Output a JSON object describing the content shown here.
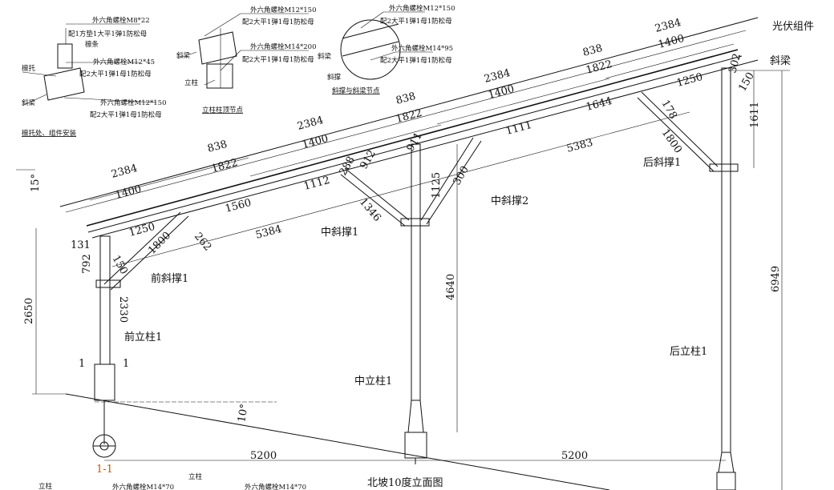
{
  "drawing_title": "北坡10度立面图",
  "section_mark": "1-1",
  "section_arrow_label": "1",
  "detail_1": {
    "title": "檩托处、组件安装",
    "bolt_a": "外六角螺栓M8*22",
    "bolt_a_note": "配1方垫1大平1弹1防松母",
    "purlin": "檩条",
    "bolt_b": "外六角螺栓M12*45",
    "bolt_b_note": "配2大平1弹1母1防松母",
    "purlin_bracket": "檩托",
    "beam": "斜梁",
    "bolt_c": "外六角螺栓M12*150",
    "bolt_c_note": "配2大平1弹1母1防松母"
  },
  "detail_2": {
    "title": "立柱柱顶节点",
    "bolt_a": "外六角螺栓M12*150",
    "bolt_a_note": "配2大平1弹1母1防松母",
    "bolt_b": "外六角螺栓M14*200",
    "bolt_b_note": "配2大平1弹1母1防松母",
    "beam": "斜梁",
    "post": "立柱"
  },
  "detail_3": {
    "title": "斜撑与斜梁节点",
    "bolt_a": "外六角螺栓M12*150",
    "bolt_a_note": "配2大平1弹1母1防松母",
    "bolt_b": "外六角螺栓M14*95",
    "bolt_b_note": "配2大平1弹1母1防松母",
    "beam": "斜梁",
    "brace": "斜撑"
  },
  "labels": {
    "pv_module": "光伏组件",
    "beam": "斜梁",
    "rear_brace": "后斜撑1",
    "mid_brace_2": "中斜撑2",
    "mid_brace_1": "中斜撑1",
    "front_brace": "前斜撑1",
    "front_post": "前立柱1",
    "mid_post": "中立柱1",
    "rear_post": "后立柱1",
    "tilt_angle": "15°",
    "ground_angle": "10°"
  },
  "dimensions": {
    "panel_len_1": "2384",
    "panel_gap_1": "1400",
    "purlin_1": "838",
    "purlin_sp_1": "1822",
    "panel_len_2": "2384",
    "panel_gap_2": "1400",
    "purlin_2": "838",
    "purlin_sp_2": "1822",
    "panel_len_3": "2384",
    "panel_gap_3": "1400",
    "purlin_3": "838",
    "purlin_sp_3": "1822",
    "panel_len_4": "2384",
    "panel_gap_4": "1400",
    "d1560": "1560",
    "d1112": "1112",
    "d1111": "1111",
    "d1644": "1644",
    "d1250a": "1250",
    "d1250b": "1250",
    "d5384": "5384",
    "d5383": "5383",
    "d131": "131",
    "d792": "792",
    "d150a": "150",
    "d150b": "150",
    "d262": "262",
    "d288": "288",
    "d1800a": "1800",
    "d1800b": "1800",
    "d2330": "2330",
    "d1346": "1346",
    "d1125": "1125",
    "d300": "300",
    "d912": "912",
    "d911": "911",
    "d178": "178",
    "d302": "302",
    "h2650": "2650",
    "h4640": "4640",
    "h6949": "6949",
    "h1611": "1611",
    "span_1": "5200",
    "span_2": "5200"
  },
  "bottom_partial": {
    "post_a": "立柱",
    "bolt_a": "外六角螺栓M14*70",
    "post_b": "立柱",
    "bolt_b": "外六角螺栓M14*70"
  }
}
